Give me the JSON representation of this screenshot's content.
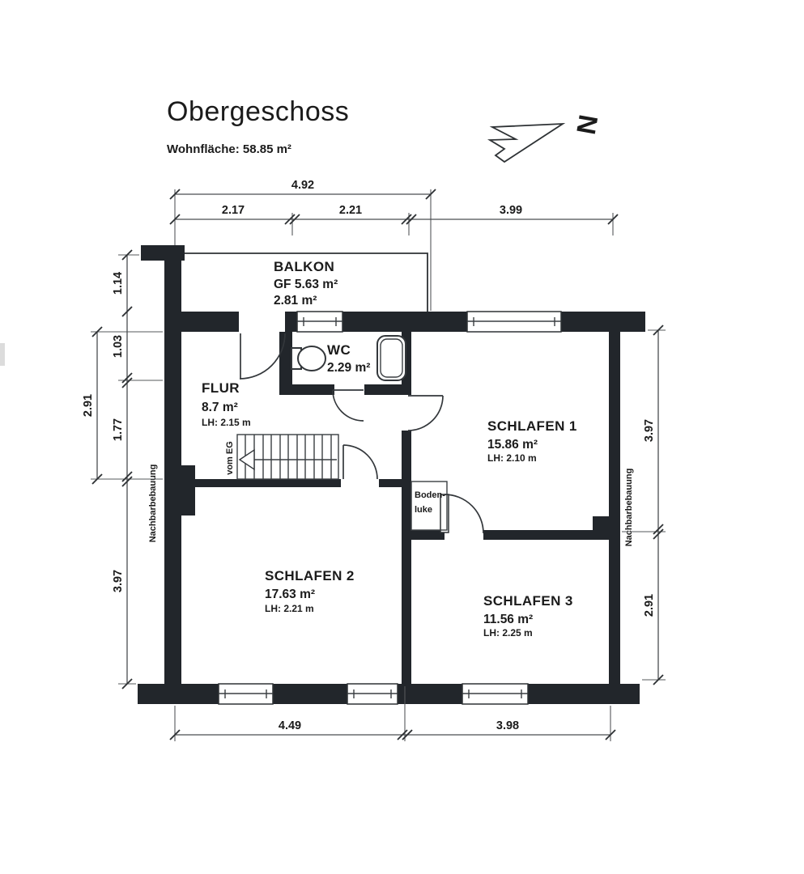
{
  "header": {
    "title": "Obergeschoss",
    "subtitle": "Wohnfläche: 58.85 m²"
  },
  "north": {
    "label": "N"
  },
  "rooms": {
    "balkon": {
      "name": "BALKON",
      "gf": "GF 5.63 m²",
      "area": "2.81 m²"
    },
    "wc": {
      "name": "WC",
      "area": "2.29 m²"
    },
    "flur": {
      "name": "FLUR",
      "area": "8.7 m²",
      "lh": "LH: 2.15 m"
    },
    "schlafen1": {
      "name": "SCHLAFEN 1",
      "area": "15.86 m²",
      "lh": "LH: 2.10 m"
    },
    "schlafen2": {
      "name": "SCHLAFEN 2",
      "area": "17.63 m²",
      "lh": "LH: 2.21 m"
    },
    "schlafen3": {
      "name": "SCHLAFEN 3",
      "area": "11.56 m²",
      "lh": "LH: 2.25 m"
    }
  },
  "annotations": {
    "stairs_direction": "vom EG",
    "attic_hatch_line1": "Boden-",
    "attic_hatch_line2": "luke",
    "neighbor_left": "Nachbarbebauung",
    "neighbor_right": "Nachbarbebauung"
  },
  "dimensions": {
    "top_total": "4.92",
    "top_a": "2.17",
    "top_b": "2.21",
    "top_c": "3.99",
    "bottom_a": "4.49",
    "bottom_b": "3.98",
    "left_a": "1.14",
    "left_b": "1.03",
    "left_total": "2.91",
    "left_c": "1.77",
    "left_d": "3.97",
    "right_a": "3.97",
    "right_b": "2.91"
  },
  "colors": {
    "wall": "#22262b",
    "line": "#2e3235",
    "text": "#1b1b1b",
    "background": "#ffffff"
  }
}
